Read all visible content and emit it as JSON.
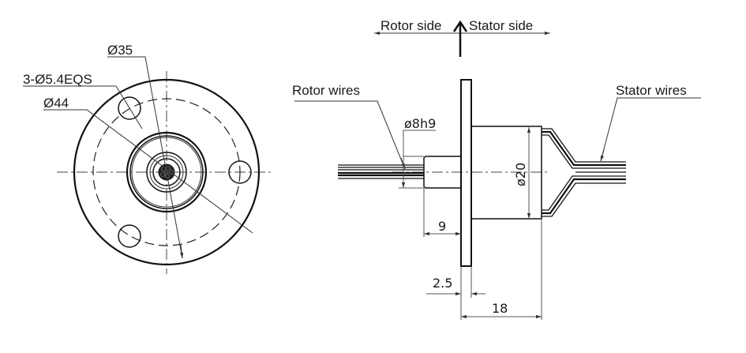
{
  "front_view": {
    "labels": {
      "bolt_circle": "Ø35",
      "holes": "3-Ø5.4EQS",
      "outer_diameter": "Ø44"
    }
  },
  "side_view": {
    "direction": {
      "rotor_side": "Rotor side",
      "stator_side": "Stator side"
    },
    "labels": {
      "rotor_wires": "Rotor wires",
      "stator_wires": "Stator wires",
      "shaft_diameter": "ø8h9",
      "body_diameter": "ø20"
    },
    "dimensions": {
      "shaft_length": "9",
      "flange_thickness": "2.5",
      "body_length": "18"
    }
  }
}
